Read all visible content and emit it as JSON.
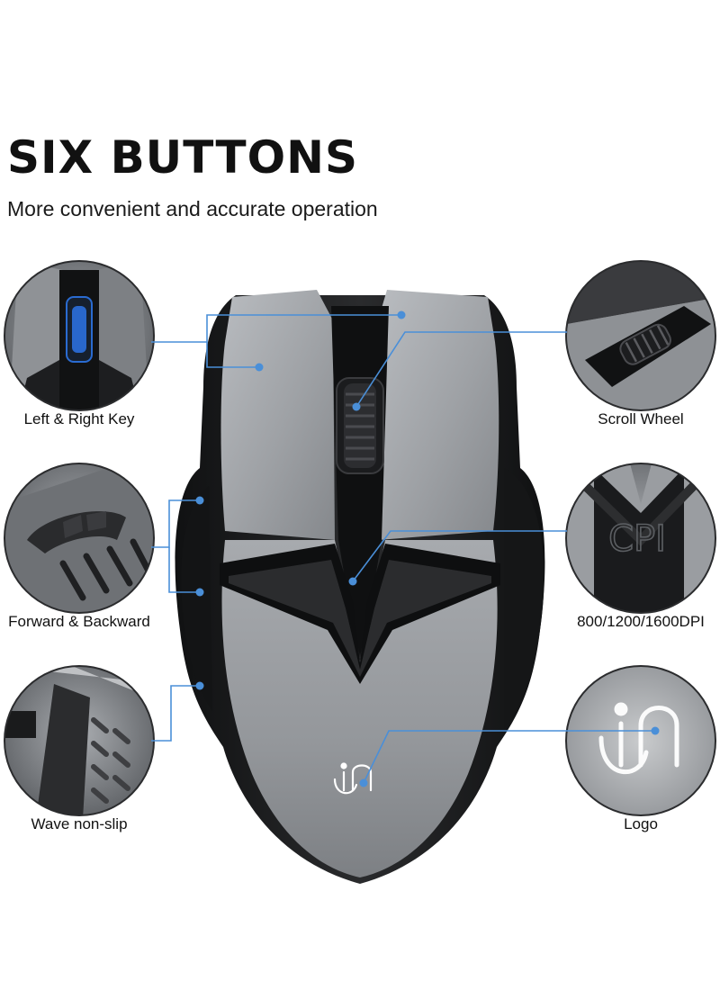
{
  "headline": "SIX BUTTONS",
  "subheadline": "More convenient and accurate operation",
  "callouts": {
    "left_right_key": "Left & Right Key",
    "forward_backward": "Forward & Backward",
    "wave_non_slip": "Wave non-slip",
    "scroll_wheel": "Scroll Wheel",
    "dpi": "800/1200/1600DPI",
    "logo": "Logo"
  },
  "dpi_button_text": "CPI",
  "colors": {
    "accent_blue": "#4a8fd8",
    "body_gray": "#9b9ea2",
    "shell_black": "#1c1d1f",
    "headline": "#111111"
  },
  "icons": [
    "brand-logo-icon",
    "scroll-wheel-led-icon"
  ]
}
